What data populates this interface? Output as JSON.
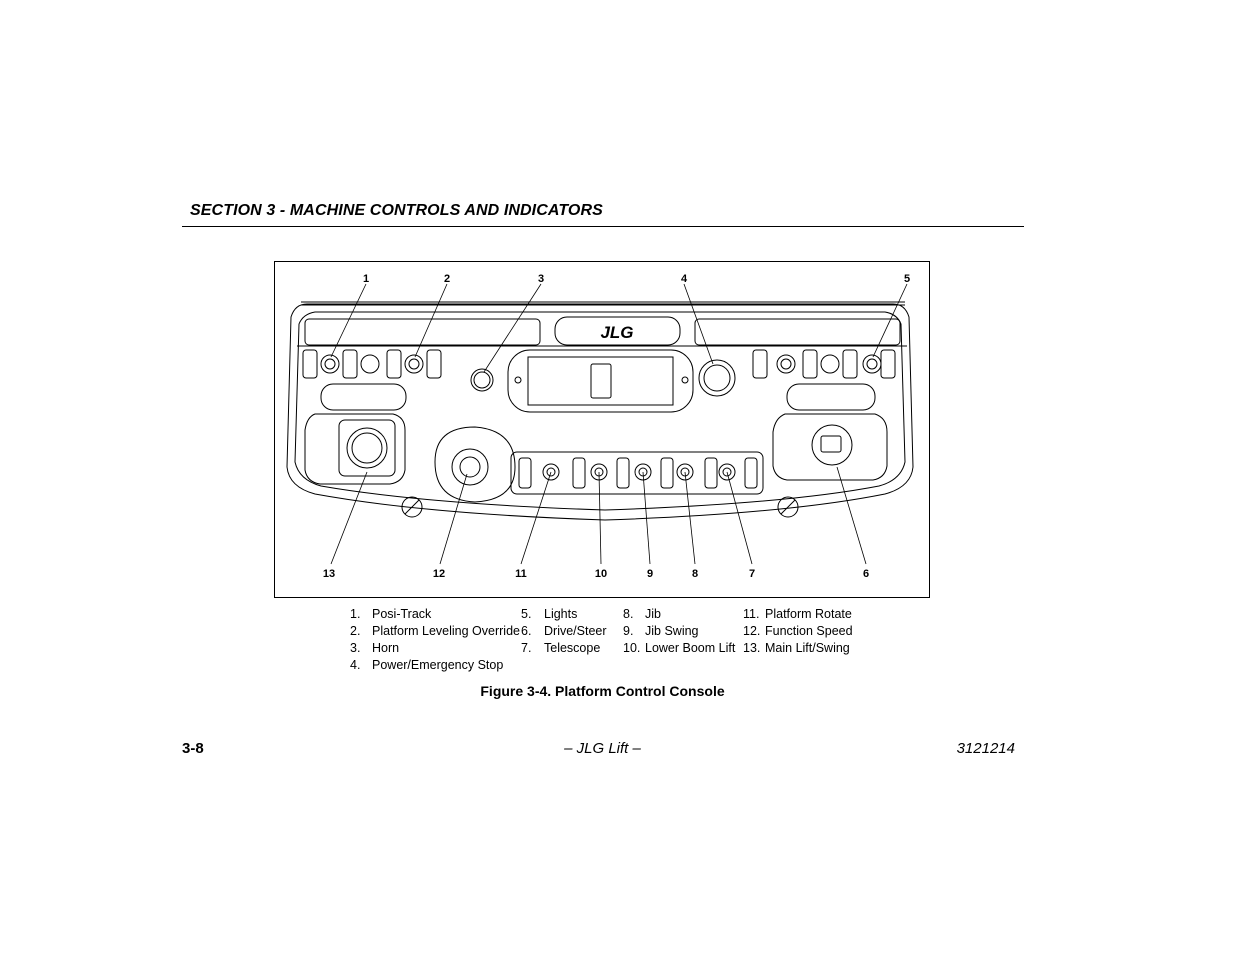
{
  "header": {
    "section_title": "SECTION 3 - MACHINE CONTROLS AND INDICATORS"
  },
  "figure": {
    "brand_logo": "JLG",
    "callouts_top": [
      "1",
      "2",
      "3",
      "4",
      "5"
    ],
    "callouts_bottom": [
      "13",
      "12",
      "11",
      "10",
      "9",
      "8",
      "7",
      "6"
    ],
    "legend_columns": [
      [
        {
          "num": "1.",
          "label": "Posi-Track"
        },
        {
          "num": "2.",
          "label": "Platform Leveling Override"
        },
        {
          "num": "3.",
          "label": "Horn"
        },
        {
          "num": "4.",
          "label": "Power/Emergency Stop"
        }
      ],
      [
        {
          "num": "5.",
          "label": "Lights"
        },
        {
          "num": "6.",
          "label": "Drive/Steer"
        },
        {
          "num": "7.",
          "label": "Telescope"
        }
      ],
      [
        {
          "num": "8.",
          "label": "Jib"
        },
        {
          "num": "9.",
          "label": "Jib Swing"
        },
        {
          "num": "10.",
          "label": "Lower Boom Lift"
        }
      ],
      [
        {
          "num": "11.",
          "label": "Platform Rotate"
        },
        {
          "num": "12.",
          "label": "Function Speed"
        },
        {
          "num": "13.",
          "label": "Main Lift/Swing"
        }
      ]
    ],
    "caption": "Figure 3-4. Platform Control Console"
  },
  "footer": {
    "page_number": "3-8",
    "center_text": "– JLG Lift –",
    "doc_number": "3121214"
  }
}
